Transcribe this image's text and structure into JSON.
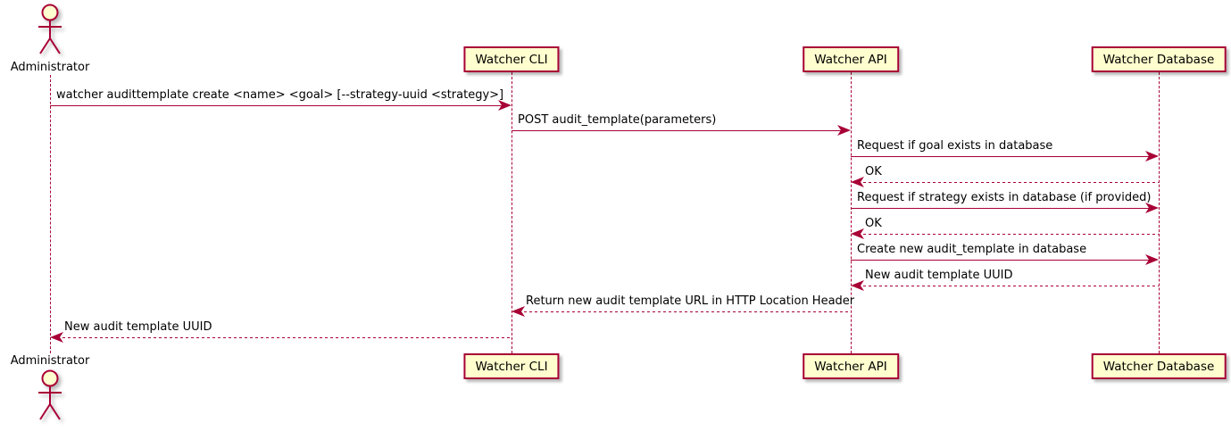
{
  "diagram": {
    "type": "sequence",
    "actor": {
      "name": "Administrator"
    },
    "participants": [
      {
        "id": "cli",
        "label": "Watcher CLI"
      },
      {
        "id": "api",
        "label": "Watcher API"
      },
      {
        "id": "db",
        "label": "Watcher Database"
      }
    ],
    "messages": [
      {
        "from": "admin",
        "to": "cli",
        "style": "solid",
        "label": "watcher audittemplate create <name> <goal> [--strategy-uuid <strategy>]"
      },
      {
        "from": "cli",
        "to": "api",
        "style": "solid",
        "label": "POST audit_template(parameters)"
      },
      {
        "from": "api",
        "to": "db",
        "style": "solid",
        "label": "Request if goal exists in database"
      },
      {
        "from": "db",
        "to": "api",
        "style": "dashed",
        "label": "OK"
      },
      {
        "from": "api",
        "to": "db",
        "style": "solid",
        "label": "Request if strategy exists in database (if provided)"
      },
      {
        "from": "db",
        "to": "api",
        "style": "dashed",
        "label": "OK"
      },
      {
        "from": "api",
        "to": "db",
        "style": "solid",
        "label": "Create new audit_template in database"
      },
      {
        "from": "db",
        "to": "api",
        "style": "dashed",
        "label": "New audit template UUID"
      },
      {
        "from": "api",
        "to": "cli",
        "style": "dashed",
        "label": "Return new audit template URL in HTTP Location Header"
      },
      {
        "from": "cli",
        "to": "admin",
        "style": "dashed",
        "label": "New audit template UUID"
      }
    ],
    "colors": {
      "box_fill": "#fefece",
      "line": "#a80036",
      "text": "#000000",
      "background": "#ffffff"
    }
  }
}
